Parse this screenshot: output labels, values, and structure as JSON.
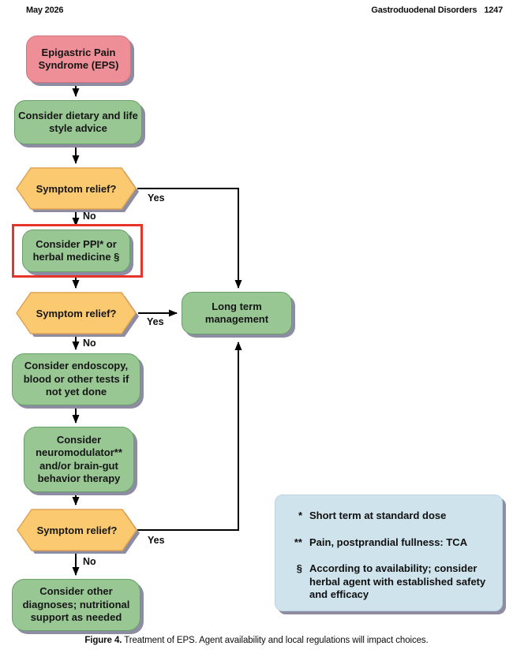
{
  "header": {
    "date": "May 2026",
    "journal": "Gastroduodenal Disorders",
    "page_number": "1247"
  },
  "flowchart": {
    "nodes": {
      "eps": "Epigastric Pain Syndrome (EPS)",
      "dietary": "Consider dietary and life style advice",
      "relief1": "Symptom relief?",
      "ppi": "Consider PPI* or herbal medicine §",
      "relief2": "Symptom relief?",
      "longterm": "Long term management",
      "endoscopy": "Consider endoscopy, blood or other tests if not yet done",
      "neuromodulator": "Consider neuromodulator** and/or brain-gut behavior therapy",
      "relief3": "Symptom relief?",
      "other": "Consider other diagnoses; nutritional support as needed"
    },
    "edge_labels": {
      "yes": "Yes",
      "no": "No"
    },
    "colors": {
      "start_node": "#ee8f97",
      "action_node": "#98c794",
      "decision_node": "#fbca70",
      "note_box": "#cfe3ec",
      "shadow": "#8d8ca2",
      "highlight_box": "#e7342b",
      "arrow": "#000000"
    }
  },
  "notes": {
    "items": [
      {
        "marker": "*",
        "text": "Short term at standard dose"
      },
      {
        "marker": "**",
        "text": "Pain, postprandial fullness: TCA"
      },
      {
        "marker": "§",
        "text": "According to availability; consider herbal agent with established safety and efficacy"
      }
    ]
  },
  "caption": {
    "label": "Figure 4.",
    "text": " Treatment of EPS. Agent availability and local regulations will impact choices."
  }
}
